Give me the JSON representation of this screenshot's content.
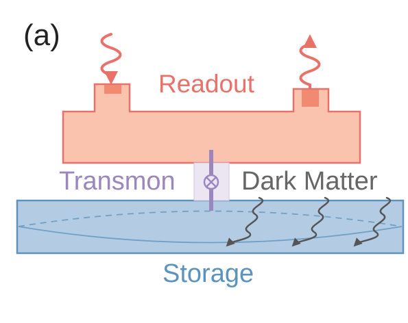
{
  "panel_label": "(a)",
  "labels": {
    "readout": "Readout",
    "transmon": "Transmon",
    "dark_matter": "Dark Matter",
    "storage": "Storage"
  },
  "symbols": {
    "transmon_junction": "circled-x (⊗)"
  },
  "colors": {
    "readout_fill": "#f9c3ad",
    "readout_stroke": "#e9716a",
    "readout_port": "#f08a70",
    "readout_text": "#e9716a",
    "transmon": "#9b86bf",
    "transmon_window": "#ece6f2",
    "dark_matter_text": "#666666",
    "dark_matter_wave": "#555555",
    "storage_fill": "#b4cce3",
    "storage_stroke": "#5d93bd",
    "storage_mode": "#6fa0c8",
    "storage_text": "#5b93bf",
    "panel_text": "#222222"
  }
}
